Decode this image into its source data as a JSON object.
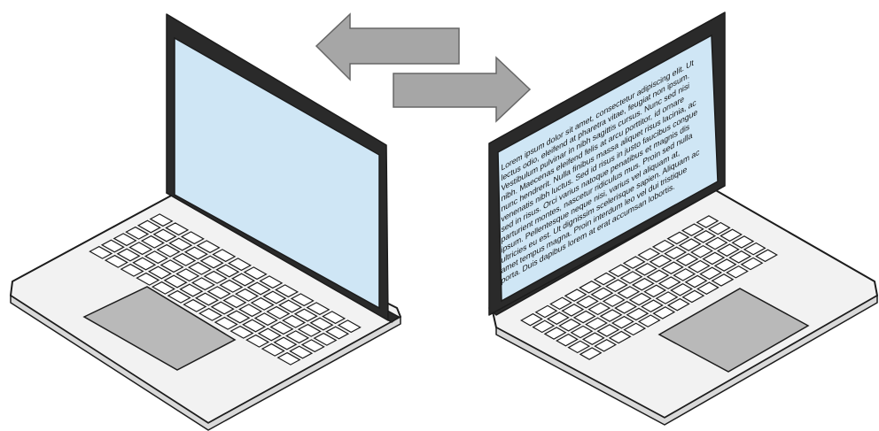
{
  "colors": {
    "screen": "#cfe6f5",
    "bezel": "#2a2a2a",
    "body": "#f2f2f2",
    "outline": "#1c1c1c",
    "keys": "#ffffff",
    "trackpad": "#b9b9b9",
    "arrow_fill": "#a6a6a6",
    "arrow_stroke": "#666666"
  },
  "icons": {
    "left_device": "laptop-icon",
    "right_device": "laptop-icon",
    "transfer": [
      "arrow-left-icon",
      "arrow-right-icon"
    ]
  },
  "screen_text": [
    "Lorem ipsum dolor sit amet, consectetur adipiscing elit. Ut",
    "lectus odio, eleifend at pharetra vitae, feugiat non ipsum.",
    "Vestibulum pulvinar in nibh sagittis cursus. Nunc sed nisi",
    "nibh. Maecenas eleifend felis at arcu porttitor, id ornare",
    "nunc hendrerit. Nulla finibus massa aliquet risus lacinia, ac",
    "venenatis nibh luctus. Sed id risus in justo faucibus congue",
    "sed in risus. Orci varius natoque penatibus et magnis dis",
    "parturient montes, nascetur ridiculus mus. Proin sed nulla",
    "ipsum. Pellentesque neque nisi, varius vel aliquam at,",
    "ultricies eu est. Ut dignissim scelerisque sapien. Aliquam ac",
    "amet tempus magna. Proin interdum leo vel dui tristique",
    "porta. Duis dapibus lorem at erat accumsan lobortis."
  ]
}
